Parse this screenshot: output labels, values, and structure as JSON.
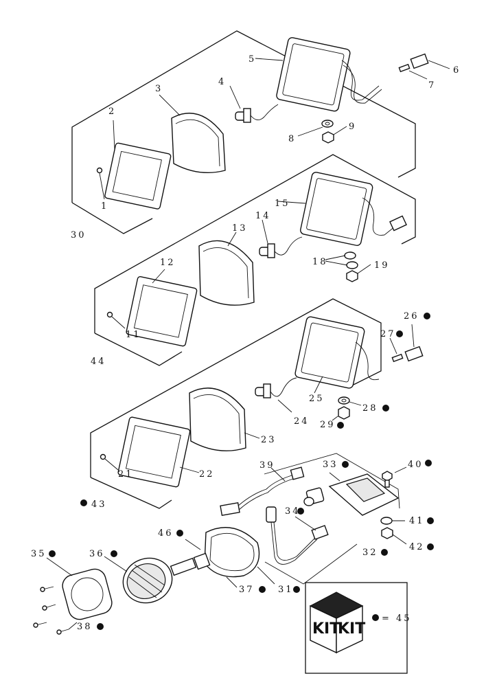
{
  "callouts": [
    {
      "id": "c1",
      "label": "1",
      "kit": false
    },
    {
      "id": "c2",
      "label": "2",
      "kit": false
    },
    {
      "id": "c3",
      "label": "3",
      "kit": false
    },
    {
      "id": "c4",
      "label": "4",
      "kit": false
    },
    {
      "id": "c5",
      "label": "5",
      "kit": false
    },
    {
      "id": "c6",
      "label": "6",
      "kit": false
    },
    {
      "id": "c7",
      "label": "7",
      "kit": false
    },
    {
      "id": "c8",
      "label": "8",
      "kit": false
    },
    {
      "id": "c9",
      "label": "9",
      "kit": false
    },
    {
      "id": "c11",
      "label": "11",
      "kit": false
    },
    {
      "id": "c12",
      "label": "12",
      "kit": false
    },
    {
      "id": "c13",
      "label": "13",
      "kit": false
    },
    {
      "id": "c14",
      "label": "14",
      "kit": false
    },
    {
      "id": "c15",
      "label": "15",
      "kit": false
    },
    {
      "id": "c18",
      "label": "18",
      "kit": false
    },
    {
      "id": "c19",
      "label": "19",
      "kit": false
    },
    {
      "id": "c21",
      "label": "21",
      "kit": false
    },
    {
      "id": "c22",
      "label": "22",
      "kit": false
    },
    {
      "id": "c23",
      "label": "23",
      "kit": false
    },
    {
      "id": "c24",
      "label": "24",
      "kit": false
    },
    {
      "id": "c25",
      "label": "25",
      "kit": false
    },
    {
      "id": "c26",
      "label": "26",
      "kit": true
    },
    {
      "id": "c27",
      "label": "27",
      "kit": true
    },
    {
      "id": "c28",
      "label": "28",
      "kit": true
    },
    {
      "id": "c29",
      "label": "29",
      "kit": true
    },
    {
      "id": "c30",
      "label": "30",
      "kit": false
    },
    {
      "id": "c31",
      "label": "31",
      "kit": true
    },
    {
      "id": "c32",
      "label": "32",
      "kit": true
    },
    {
      "id": "c33",
      "label": "33",
      "kit": true
    },
    {
      "id": "c34",
      "label": "34",
      "kit": true
    },
    {
      "id": "c35",
      "label": "35",
      "kit": true
    },
    {
      "id": "c36",
      "label": "36",
      "kit": true
    },
    {
      "id": "c37",
      "label": "37",
      "kit": true
    },
    {
      "id": "c38",
      "label": "38",
      "kit": true
    },
    {
      "id": "c39",
      "label": "39",
      "kit": false
    },
    {
      "id": "c40",
      "label": "40",
      "kit": true
    },
    {
      "id": "c41",
      "label": "41",
      "kit": true
    },
    {
      "id": "c42",
      "label": "42",
      "kit": true
    },
    {
      "id": "c43",
      "label": "43",
      "kit": true
    },
    {
      "id": "c44",
      "label": "44",
      "kit": false
    },
    {
      "id": "c46",
      "label": "46",
      "kit": true
    }
  ],
  "legend": {
    "kit_word_left": "KIT",
    "kit_word_right": "KIT",
    "equals_text": "= 45"
  }
}
